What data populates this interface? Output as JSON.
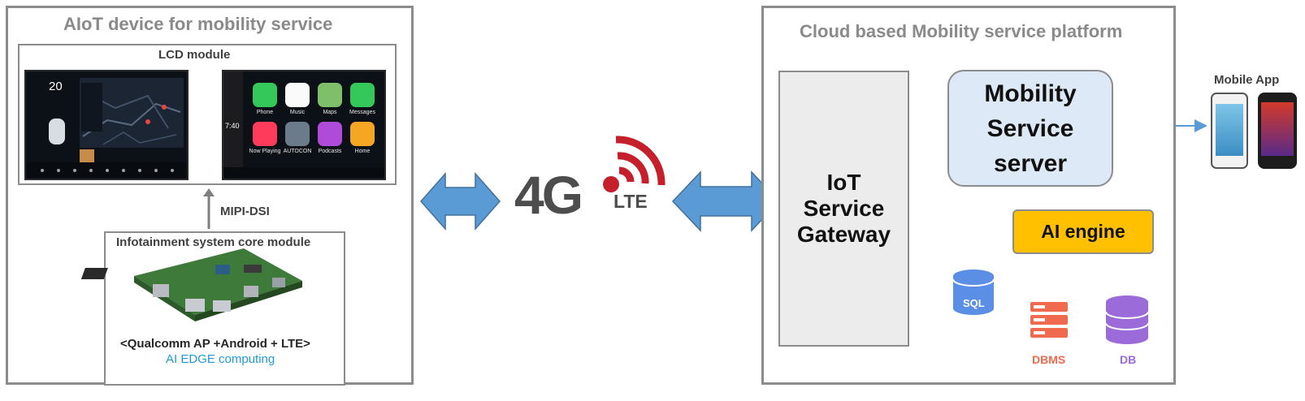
{
  "left_panel": {
    "title": "AIoT device for mobility service",
    "lcd": {
      "label": "LCD module",
      "nav_screen": {
        "speed": "20"
      },
      "carplay": {
        "time": "7:40",
        "apps": [
          {
            "label": "Phone",
            "color": "#34c759"
          },
          {
            "label": "Music",
            "color": "#fafafa"
          },
          {
            "label": "Maps",
            "color": "#7fbf6a"
          },
          {
            "label": "Messages",
            "color": "#34c759"
          },
          {
            "label": "Now Playing",
            "color": "#ff3b5c"
          },
          {
            "label": "AUTOCON",
            "color": "#6b7b8c"
          },
          {
            "label": "Podcasts",
            "color": "#b04ad9"
          },
          {
            "label": "Home",
            "color": "#f5a623"
          }
        ]
      }
    },
    "interface_label": "MIPI-DSI",
    "core": {
      "label": "Infotainment system core module",
      "spec": "<Qualcomm AP +Android + LTE>",
      "edge": "AI EDGE computing"
    }
  },
  "network": {
    "main": "4G",
    "sub": "LTE",
    "wave_color": "#c41f2a"
  },
  "right_panel": {
    "title": "Cloud based Mobility service platform",
    "gateway": [
      "IoT",
      "Service",
      "Gateway"
    ],
    "server": [
      "Mobility",
      "Service",
      "server"
    ],
    "ai_engine": "AI engine",
    "sql": "SQL",
    "dbms": "DBMS",
    "db": "DB"
  },
  "mobile_app": {
    "label": "Mobile App"
  },
  "colors": {
    "arrow_blue": "#5b9bd5",
    "server_fill": "#dde9f6",
    "ai_fill": "#ffc000",
    "sql_color": "#5b8fe6",
    "dbms_color": "#f06a4f",
    "db_color": "#9b6bd9"
  }
}
